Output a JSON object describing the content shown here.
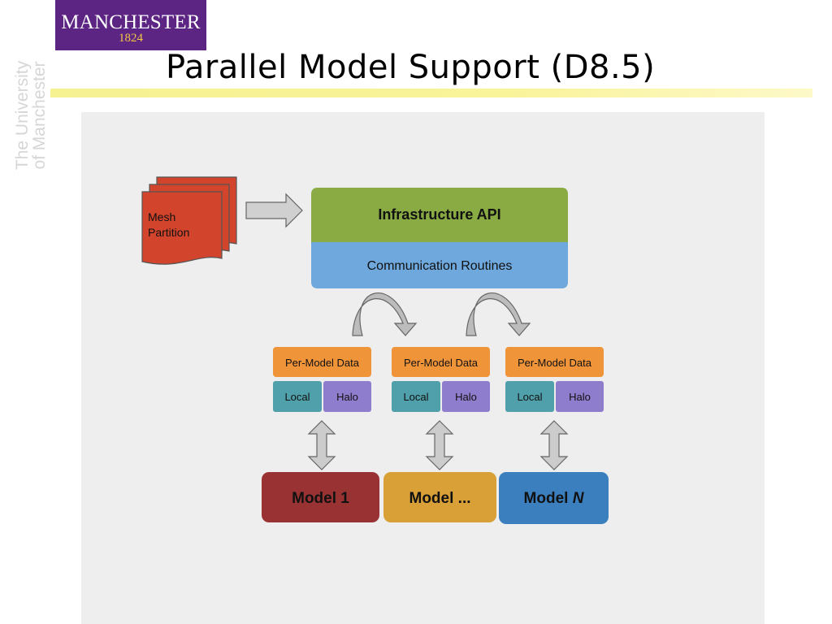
{
  "logo": {
    "name": "MANCHESTER",
    "year": "1824"
  },
  "side_text": {
    "line1": "The University",
    "line2": "of Manchester"
  },
  "title": "Parallel Model Support (D8.5)",
  "diagram": {
    "mesh_partition": {
      "line1": "Mesh",
      "line2": "Partition"
    },
    "infrastructure_api": "Infrastructure API",
    "communication_routines": "Communication Routines",
    "per_model_blocks": [
      {
        "data": "Per-Model Data",
        "local": "Local",
        "halo": "Halo"
      },
      {
        "data": "Per-Model Data",
        "local": "Local",
        "halo": "Halo"
      },
      {
        "data": "Per-Model Data",
        "local": "Local",
        "halo": "Halo"
      }
    ],
    "models": [
      {
        "label": "Model 1",
        "color": "#993333"
      },
      {
        "label": "Model ...",
        "color": "#d9a038"
      },
      {
        "label": "Model ",
        "italic": "N",
        "color": "#3b7fbf"
      }
    ]
  },
  "colors": {
    "logo": "#5c2483",
    "api": "#8aab44",
    "comm": "#6fa8dc",
    "per_model": "#f0943a",
    "local": "#4fa0aa",
    "halo": "#8e7ccc",
    "mesh": "#d2442b"
  }
}
